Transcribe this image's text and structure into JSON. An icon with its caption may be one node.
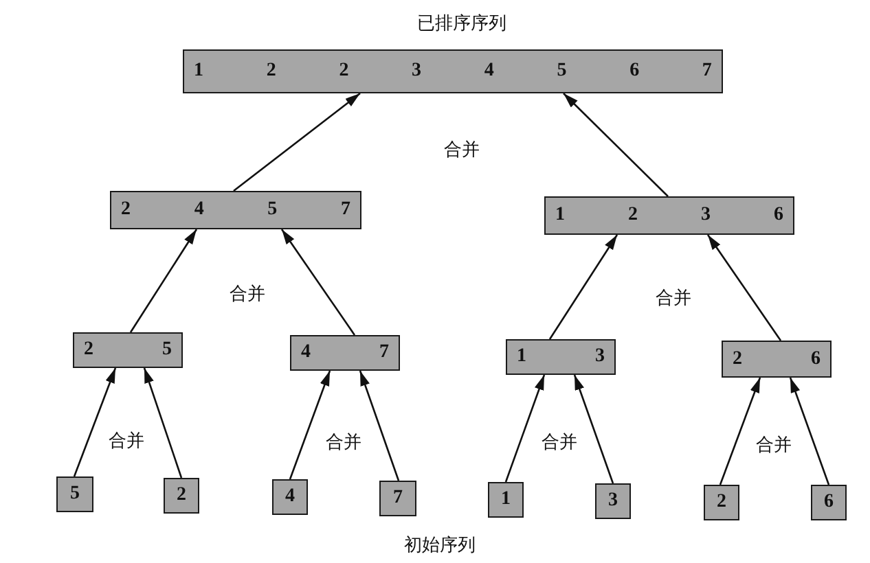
{
  "diagram": {
    "nodes": [
      {
        "text": [
          "1",
          "2",
          "2",
          "3",
          "4",
          "5",
          "6",
          "7"
        ],
        "beside": [
          "已排序序列"
        ]
      },
      {
        "text": [
          "2",
          "4",
          "5",
          "7"
        ]
      },
      {
        "text": [
          "1",
          "2",
          "3",
          "6"
        ]
      },
      {
        "text": [
          "2",
          "5"
        ]
      },
      {
        "text": [
          "4",
          "7"
        ]
      },
      {
        "text": [
          "1",
          "3"
        ]
      },
      {
        "text": [
          "2",
          "6"
        ]
      },
      {
        "text": [
          "5"
        ]
      },
      {
        "text": [
          "2"
        ]
      },
      {
        "text": [
          "4"
        ]
      },
      {
        "text": [
          "7"
        ]
      },
      {
        "text": [
          "1"
        ]
      },
      {
        "text": [
          "3"
        ]
      },
      {
        "text": [
          "2"
        ]
      },
      {
        "text": [
          "6"
        ]
      }
    ],
    "edges": [
      {
        "from": 1,
        "to": 0,
        "arrow": "to"
      },
      {
        "from": 2,
        "to": 0,
        "arrow": "to"
      },
      {
        "from": 3,
        "to": 1,
        "arrow": "to"
      },
      {
        "from": 4,
        "to": 1,
        "arrow": "to"
      },
      {
        "from": 5,
        "to": 2,
        "arrow": "to"
      },
      {
        "from": 6,
        "to": 2,
        "arrow": "to"
      },
      {
        "from": 7,
        "to": 3,
        "arrow": "to"
      },
      {
        "from": 8,
        "to": 3,
        "arrow": "to"
      },
      {
        "from": 9,
        "to": 4,
        "arrow": "to"
      },
      {
        "from": 10,
        "to": 4,
        "arrow": "to"
      },
      {
        "from": 11,
        "to": 5,
        "arrow": "to"
      },
      {
        "from": 12,
        "to": 5,
        "arrow": "to"
      },
      {
        "from": 13,
        "to": 6,
        "arrow": "to"
      },
      {
        "from": 14,
        "to": 6,
        "arrow": "to"
      }
    ],
    "labels": [
      "合并",
      "合并",
      "合并",
      "合并",
      "合并",
      "合并",
      "合并",
      "初始序列"
    ]
  }
}
